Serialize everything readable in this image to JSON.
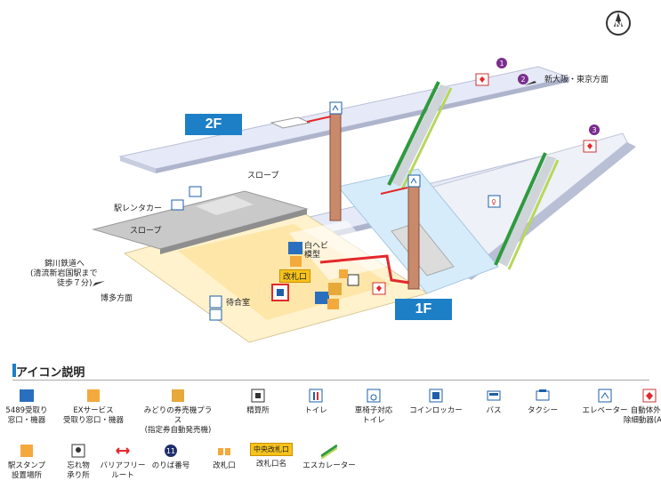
{
  "floors": {
    "f2": "2F",
    "f1": "1F"
  },
  "map_labels": {
    "rental_car": "駅レンタカー",
    "slope_upper": "スロープ",
    "slope_lower": "スロープ",
    "nishikawa": "錦川鉄道へ",
    "nishikawa_note1": "(清流新岩国駅まで",
    "nishikawa_note2": "徒歩７分)",
    "hakata": "博多方面",
    "shin_osaka": "新大阪・東京方面",
    "white_snake": "白ヘビ",
    "model": "模型",
    "gate": "改札口",
    "waiting_room": "待合室",
    "platform_1": "1",
    "platform_2": "2",
    "platform_3": "3",
    "north": "N"
  },
  "legend": {
    "title": "アイコン説明",
    "items": [
      {
        "icon": "5489-icon",
        "text": "5489受取り\n窓口・機器"
      },
      {
        "icon": "ex-service-icon",
        "text": "EXサービス\n受取り窓口・機器"
      },
      {
        "icon": "midori-ticket-machine-icon",
        "text": "みどりの券売機プラス\n(指定券自動発売機)"
      },
      {
        "icon": "fare-adjustment-icon",
        "text": "精算所"
      },
      {
        "icon": "toilet-icon",
        "text": "トイレ"
      },
      {
        "icon": "wheelchair-toilet-icon",
        "text": "車椅子対応\nトイレ"
      },
      {
        "icon": "coin-locker-icon",
        "text": "コインロッカー"
      },
      {
        "icon": "bus-icon",
        "text": "バス"
      },
      {
        "icon": "taxi-icon",
        "text": "タクシー"
      },
      {
        "icon": "elevator-icon",
        "text": "エレベーター"
      },
      {
        "icon": "aed-icon",
        "text": "自動体外式\n除細動器(AED)"
      },
      {
        "icon": "stamp-icon",
        "text": "駅スタンプ\n設置場所"
      },
      {
        "icon": "lost-property-icon",
        "text": "忘れ物\n承り所"
      },
      {
        "icon": "barrier-free-route-icon",
        "text": "バリアフリー\nルート"
      },
      {
        "icon": "platform-number-icon",
        "text": "のりば番号",
        "badge": "11"
      },
      {
        "icon": "ticket-gate-icon",
        "text": "改札口"
      },
      {
        "icon": "gate-name-icon",
        "text": "改札口名",
        "badge": "中央改札口"
      },
      {
        "icon": "escalator-icon",
        "text": "エスカレーター"
      }
    ]
  },
  "colors": {
    "floor_label": "#1d7fc6",
    "route": "#e4282b",
    "platform_badge": "#7a2e8e",
    "gate_name": "#f6c21b"
  }
}
